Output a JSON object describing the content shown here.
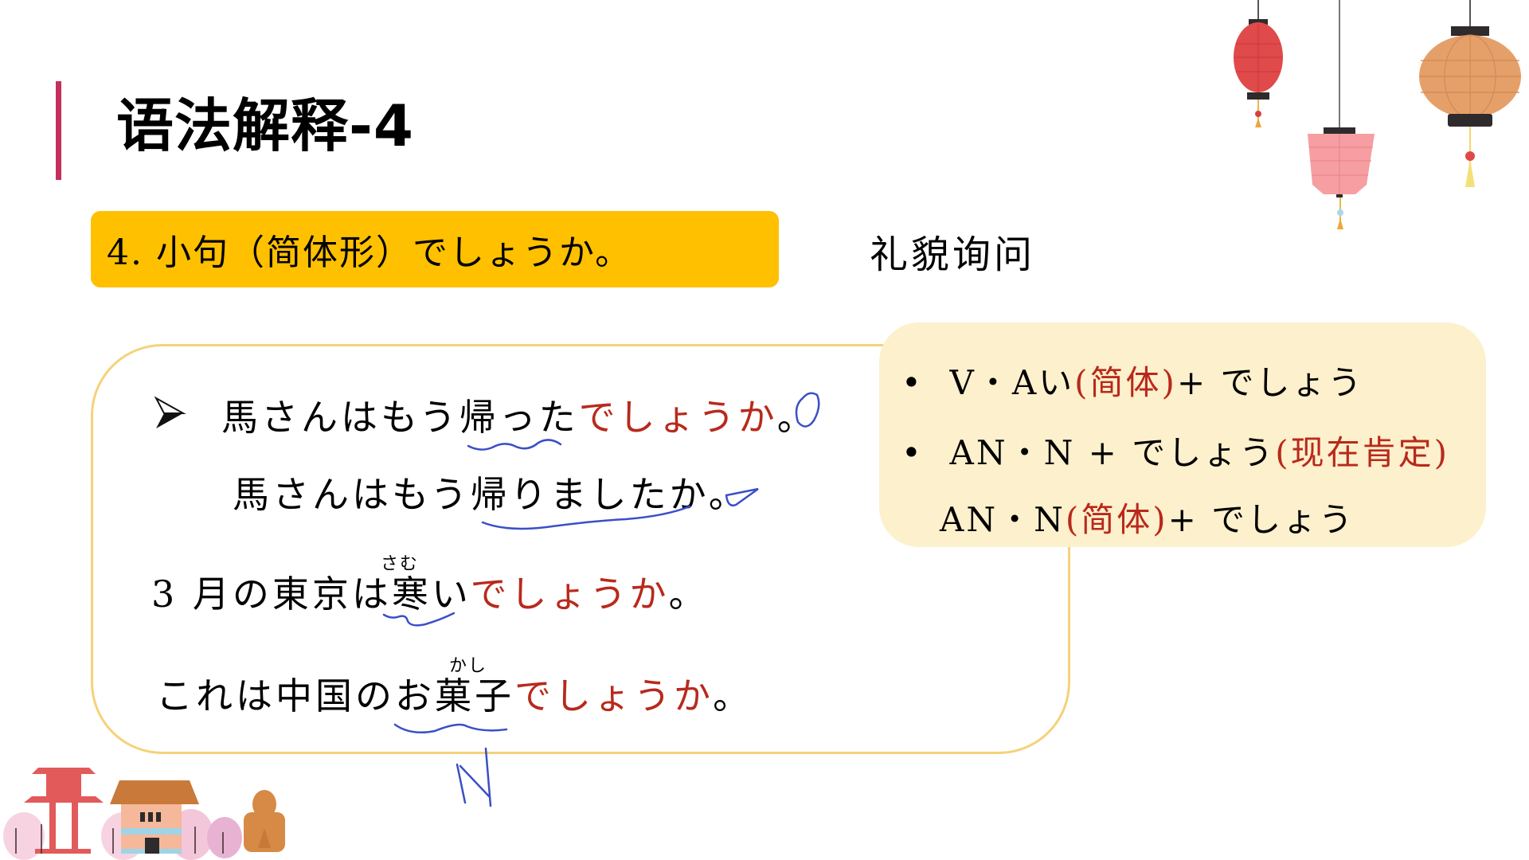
{
  "slide": {
    "title": "语法解释-4",
    "topic": "4. 小句（简体形）でしょうか。",
    "side_note": "礼貌询问",
    "colors": {
      "accent_bar": "#c4305d",
      "topic_background": "#ffc000",
      "rule_background": "#fdf0cc",
      "example_border": "#f5d27a",
      "highlight_red": "#b8291c",
      "annotation_blue": "#3a4fc8"
    }
  },
  "rules": [
    {
      "bullet": "•",
      "prefix": "V・Aい",
      "paren": "(简体)",
      "suffix": "+ でしょう",
      "note": ""
    },
    {
      "bullet": "•",
      "prefix": "AN・N + でしょう",
      "paren": "",
      "suffix": "",
      "note": "(现在肯定)"
    },
    {
      "bullet": "",
      "prefix": "AN・N",
      "paren": "(简体)",
      "suffix": "+ でしょう",
      "note": ""
    }
  ],
  "examples": [
    {
      "bullet": "➢",
      "plain": "馬さんはもう帰った",
      "highlight": "でしょうか",
      "end": "。",
      "ruby": "",
      "annotation": "circle-mark"
    },
    {
      "bullet": "",
      "plain": "馬さんはもう帰りましたか",
      "highlight": "",
      "end": "。",
      "ruby": "",
      "annotation": "check-mark"
    },
    {
      "bullet": "",
      "plain": "3 月の東京は寒い",
      "highlight": "でしょうか",
      "end": "。",
      "ruby": "さむ",
      "annotation": ""
    },
    {
      "bullet": "",
      "plain": "これは中国のお菓子",
      "highlight": "でしょうか",
      "end": "。",
      "ruby": "かし",
      "annotation": "N"
    }
  ]
}
